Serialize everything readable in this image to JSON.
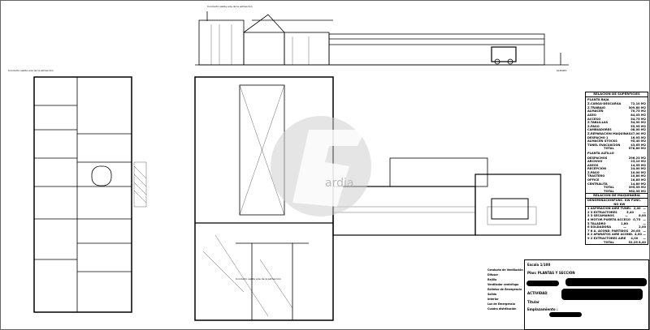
{
  "drawing": {
    "watermark_text": "ardia",
    "labels": {
      "elevation_note": "Conducto salida aire de la extracción",
      "left_plan_note": "Conducto salida aire de la extracción",
      "middle_plan_note": "Conducto salida aire de la extracción",
      "elevation_north": "ALZADO"
    }
  },
  "surface_table": {
    "title": "RELACIÓN DE SUPERFICIES",
    "ground_floor": {
      "title": "PLANTA BAJA",
      "rows": [
        [
          "Z.CARGA-DESCARGA",
          "72,10 M2"
        ],
        [
          "Z.TRABAJO",
          "309,80 M2"
        ],
        [
          "ALMACÉN",
          "70,75 M2"
        ],
        [
          "ASEO",
          "84,05 M2"
        ],
        [
          "ACCESO",
          "54,75 M2"
        ],
        [
          "Z.TABLILLAS",
          "54,90 M2"
        ],
        [
          "Z.PASO",
          "55,95 M2"
        ],
        [
          "CAMBIADORES",
          "08,00 M2"
        ],
        [
          "Z.REPARACIÓN MAQUINAS",
          "47,00 M2"
        ],
        [
          "DESPACHO 1",
          "16,05 M2"
        ],
        [
          "ALMACÉN STOCKS",
          "95,40 M2"
        ],
        [
          "TÚNEL EVACUACIÓN",
          "43,65 M2"
        ]
      ],
      "total_label": "TOTAL",
      "total": "578,80 M2"
    },
    "mezzanine": {
      "title": "PLANTA ALTILLO",
      "rows": [
        [
          "DESPACHOS",
          "296,23 M2"
        ],
        [
          "ARCHIVO",
          "23,10 M2"
        ],
        [
          "ASEOS",
          "14,55 M2"
        ],
        [
          "RECEPCIÓN",
          "24,00 M2"
        ],
        [
          "Z.PASO",
          "10,00 M2"
        ],
        [
          "TRASTERO",
          "10,80 M2"
        ],
        [
          "OFFICE",
          "16,85 M2"
        ],
        [
          "CENTRALITA",
          "14,80 M2"
        ]
      ],
      "total_label": "TOTAL",
      "total": "395,55 M2"
    },
    "grand_total_label": "TOTAL",
    "grand_total": "962,35 M2"
  },
  "machinery_table": {
    "title": "RELACIÓN DE MAQUINARIA",
    "headers": [
      "DENOMINACIÓN",
      "FUNC. KW",
      "FUNC. NO KW"
    ],
    "rows": [
      [
        "1 ASPIRACIÓN AIRE TUNEL",
        "2,40",
        "—"
      ],
      [
        "2 3 EXTRACTORES",
        "5,40",
        "—"
      ],
      [
        "3 3 SECAMANOS",
        "—",
        "8,00"
      ],
      [
        "4 MOTOR PUERTA ACCESO",
        "0,75",
        "—"
      ],
      [
        "5 TALADRO",
        "1,80",
        "—"
      ],
      [
        "6 SOLDADORA",
        "—",
        "2,00"
      ],
      [
        "7 6 A. ACOND. PARTIDOS",
        "20,00",
        "—"
      ],
      [
        "8 2 APARATOS AIRE ACOND.",
        "4,00",
        "—"
      ],
      [
        "9 2 EXTRACTORES AIRE",
        "4,00",
        "—"
      ]
    ],
    "total_label": "TOTAL",
    "total_kw": "52,25",
    "total_no_kw": "8,40"
  },
  "title_block": {
    "scale": "Escala 1/100",
    "plan": "Plan: PLANTAS Y SECCIÓN",
    "activity_label": "ACTIVIDAD",
    "owner_label": "Titular",
    "location_label": "Emplazamiento :"
  },
  "legend": {
    "items": [
      "Conducto de Ventilación",
      "Difusor",
      "Rejilla",
      "Ventilador centrífugo",
      "Extintor de Emergencia",
      "Salida",
      "Interior",
      "Luz de Emergencia",
      "Cuadro distribución"
    ]
  },
  "colors": {
    "line": "#000000",
    "watermark": "#c8c8c8"
  }
}
